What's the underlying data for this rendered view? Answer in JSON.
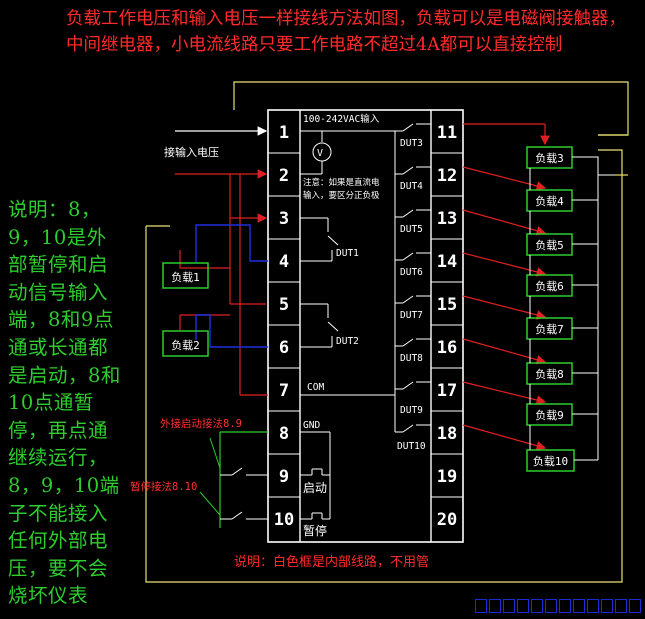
{
  "header": {
    "text": "负载工作电压和输入电压一样接线方法如图，负载可以是电磁阀接触器，中间继电器，小电流线路只要工作电路不超过4A都可以直接控制"
  },
  "side_note": {
    "text": "说明：8，9，10是外部暂停和启动信号输入端，8和9点通或长通都是启动，8和10点通暂停，再点通继续运行，8，9，10端子不能接入任何外部电压，要不会烧坏仪表"
  },
  "bottom_note": {
    "text": "说明：白色框是内部线路，不用管"
  },
  "input_voltage_label": "接输入电压",
  "supply_label": "100-242VAC输入",
  "meter_symbol": "V",
  "caution_line1": "注意：如果是直流电",
  "caution_line2": "输入，要区分正负极",
  "com_label": "COM",
  "gnd_label": "GND",
  "start_label": "启动",
  "pause_label": "暂停",
  "ext_start_label": "外接启动接法8.9",
  "pause_wiring_label": "暂停接法8.10",
  "pins_left": [
    "1",
    "2",
    "3",
    "4",
    "5",
    "6",
    "7",
    "8",
    "9",
    "10"
  ],
  "pins_right": [
    "11",
    "12",
    "13",
    "14",
    "15",
    "16",
    "17",
    "18",
    "19",
    "20"
  ],
  "outputs_left": [
    "DUT1",
    "DUT2"
  ],
  "outputs_right": [
    "DUT3",
    "DUT4",
    "DUT5",
    "DUT6",
    "DUT7",
    "DUT8",
    "DUT9",
    "DUT10"
  ],
  "loads_left": [
    "负载1",
    "负载2"
  ],
  "loads_right": [
    "负载3",
    "负载4",
    "负载5",
    "负载6",
    "负载7",
    "负载8",
    "负载9",
    "负载10"
  ],
  "colors": {
    "green": "#2ecc2e",
    "red": "#e02020",
    "white": "#ffffff",
    "yellow": "#e8e070",
    "blue": "#2030e0"
  }
}
